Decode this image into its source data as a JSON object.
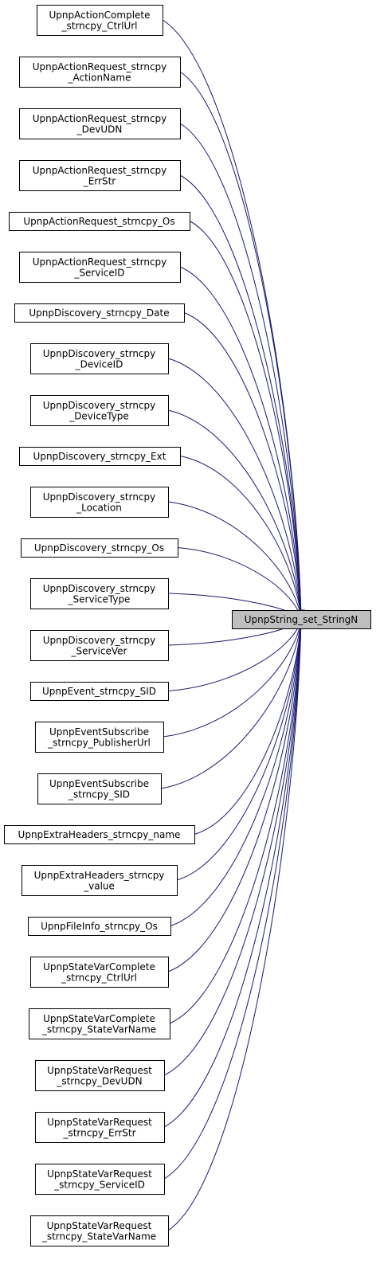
{
  "target": {
    "lines": [
      "UpnpString_set_StringN"
    ]
  },
  "callers": [
    {
      "lines": [
        "UpnpActionComplete",
        "_strncpy_CtrlUrl"
      ]
    },
    {
      "lines": [
        "UpnpActionRequest_strncpy",
        "_ActionName"
      ]
    },
    {
      "lines": [
        "UpnpActionRequest_strncpy",
        "_DevUDN"
      ]
    },
    {
      "lines": [
        "UpnpActionRequest_strncpy",
        "_ErrStr"
      ]
    },
    {
      "lines": [
        "UpnpActionRequest_strncpy_Os"
      ]
    },
    {
      "lines": [
        "UpnpActionRequest_strncpy",
        "_ServiceID"
      ]
    },
    {
      "lines": [
        "UpnpDiscovery_strncpy_Date"
      ]
    },
    {
      "lines": [
        "UpnpDiscovery_strncpy",
        "_DeviceID"
      ]
    },
    {
      "lines": [
        "UpnpDiscovery_strncpy",
        "_DeviceType"
      ]
    },
    {
      "lines": [
        "UpnpDiscovery_strncpy_Ext"
      ]
    },
    {
      "lines": [
        "UpnpDiscovery_strncpy",
        "_Location"
      ]
    },
    {
      "lines": [
        "UpnpDiscovery_strncpy_Os"
      ]
    },
    {
      "lines": [
        "UpnpDiscovery_strncpy",
        "_ServiceType"
      ]
    },
    {
      "lines": [
        "UpnpDiscovery_strncpy",
        "_ServiceVer"
      ]
    },
    {
      "lines": [
        "UpnpEvent_strncpy_SID"
      ]
    },
    {
      "lines": [
        "UpnpEventSubscribe",
        "_strncpy_PublisherUrl"
      ]
    },
    {
      "lines": [
        "UpnpEventSubscribe",
        "_strncpy_SID"
      ]
    },
    {
      "lines": [
        "UpnpExtraHeaders_strncpy_name"
      ]
    },
    {
      "lines": [
        "UpnpExtraHeaders_strncpy",
        "_value"
      ]
    },
    {
      "lines": [
        "UpnpFileInfo_strncpy_Os"
      ]
    },
    {
      "lines": [
        "UpnpStateVarComplete",
        "_strncpy_CtrlUrl"
      ]
    },
    {
      "lines": [
        "UpnpStateVarComplete",
        "_strncpy_StateVarName"
      ]
    },
    {
      "lines": [
        "UpnpStateVarRequest",
        "_strncpy_DevUDN"
      ]
    },
    {
      "lines": [
        "UpnpStateVarRequest",
        "_strncpy_ErrStr"
      ]
    },
    {
      "lines": [
        "UpnpStateVarRequest",
        "_strncpy_ServiceID"
      ]
    },
    {
      "lines": [
        "UpnpStateVarRequest",
        "_strncpy_StateVarName"
      ]
    }
  ],
  "colors": {
    "edge": "#191970",
    "target_fill": "#bfbfbf",
    "node_border": "#000000"
  }
}
